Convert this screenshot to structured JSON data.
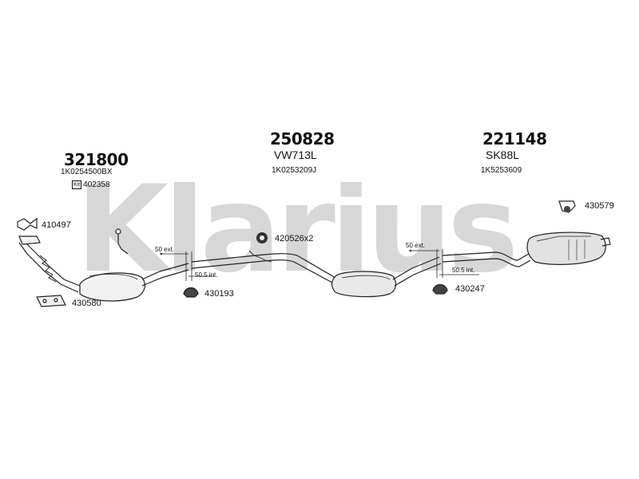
{
  "watermark": {
    "text": "Klarius"
  },
  "groups": [
    {
      "part_number": "321800",
      "oe_number": "1K0254500BX",
      "kit_label": "Kit",
      "kit_number": "402358"
    },
    {
      "part_number": "250828",
      "ref_code": "VW713L",
      "oe_number": "1K0253209J"
    },
    {
      "part_number": "221148",
      "ref_code": "SK88L",
      "oe_number": "1K5253609"
    }
  ],
  "accessories": [
    {
      "number": "410497"
    },
    {
      "number": "430580"
    },
    {
      "number": "430193"
    },
    {
      "number": "420526x2"
    },
    {
      "number": "430247"
    },
    {
      "number": "430579"
    }
  ],
  "joints": [
    {
      "ext": "50 ext.",
      "int": "50.5 int."
    },
    {
      "ext": "50 ext.",
      "int": "50.5 int."
    }
  ]
}
